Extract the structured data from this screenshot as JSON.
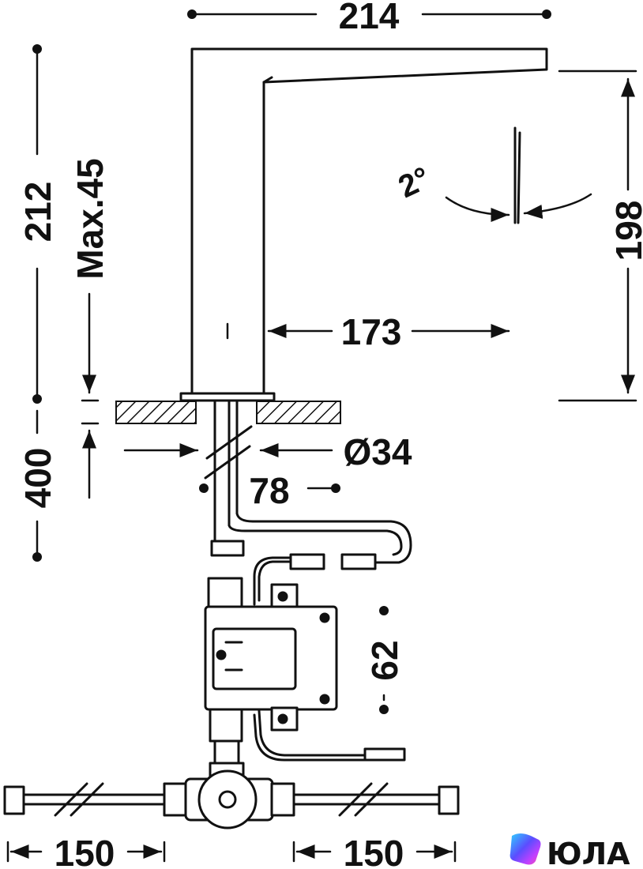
{
  "diagram": {
    "dimensions": {
      "total_width": "214",
      "total_height": "212",
      "max_deck": "Max.45",
      "spout_height": "198",
      "angle": "2°",
      "reach": "173",
      "diameter": "Ø34",
      "hole": "78",
      "hose_length": "400",
      "box_height": "62",
      "hose_left": "150",
      "hose_right": "150"
    }
  },
  "logo": {
    "text": "ЮЛА",
    "colors": [
      "#5b4dff",
      "#c040ff",
      "#2fd1ff",
      "#ff4fa3"
    ]
  }
}
